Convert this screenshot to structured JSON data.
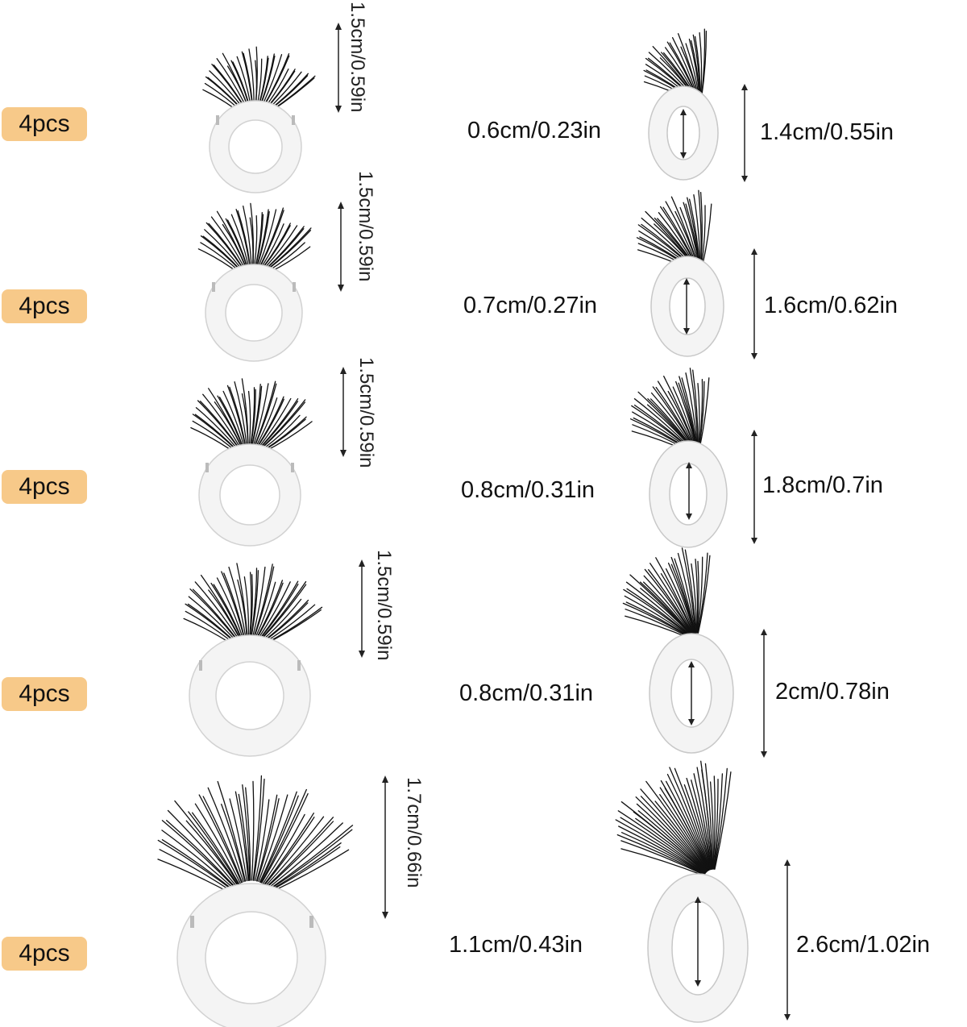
{
  "products": [
    {
      "qty": "4pcs",
      "lash_height": "1.5cm/0.59in",
      "inner_diameter": "0.6cm/0.23in",
      "outer_diameter": "1.4cm/0.55in"
    },
    {
      "qty": "4pcs",
      "lash_height": "1.5cm/0.59in",
      "inner_diameter": "0.7cm/0.27in",
      "outer_diameter": "1.6cm/0.62in"
    },
    {
      "qty": "4pcs",
      "lash_height": "1.5cm/0.59in",
      "inner_diameter": "0.8cm/0.31in",
      "outer_diameter": "1.8cm/0.7in"
    },
    {
      "qty": "4pcs",
      "lash_height": "1.5cm/0.59in",
      "inner_diameter": "0.8cm/0.31in",
      "outer_diameter": "2cm/0.78in"
    },
    {
      "qty": "4pcs",
      "lash_height": "1.7cm/0.66in",
      "inner_diameter": "1.1cm/0.43in",
      "outer_diameter": "2.6cm/1.02in"
    }
  ],
  "colors": {
    "badge": "#f7c989",
    "lash": "#111111",
    "ring": "#f4f4f4",
    "ring_edge": "#cfcfcf"
  }
}
